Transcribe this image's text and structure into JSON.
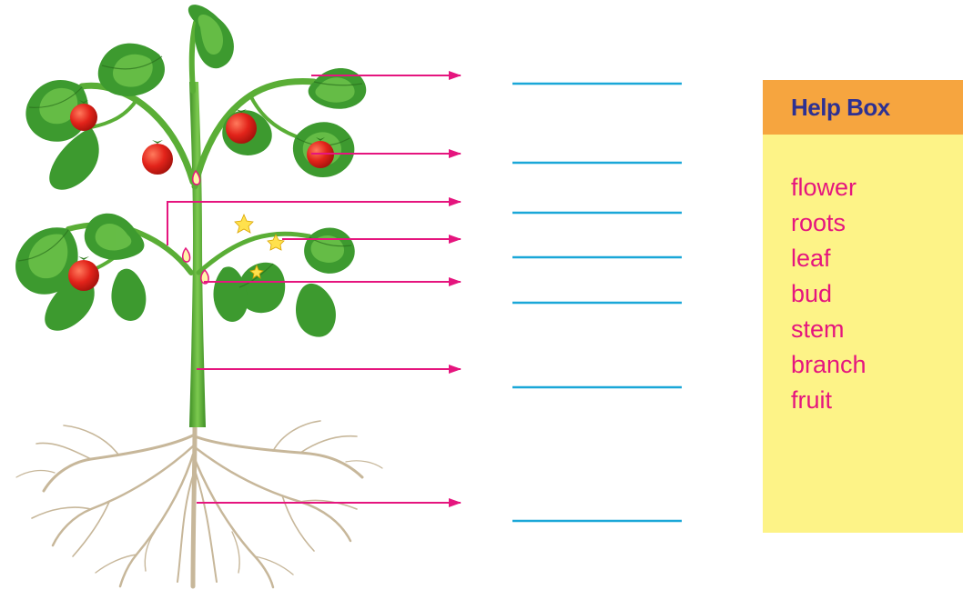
{
  "help_box": {
    "title": "Help Box",
    "words": [
      "flower",
      "roots",
      "leaf",
      "bud",
      "stem",
      "branch",
      "fruit"
    ]
  },
  "colors": {
    "pointer_arrow": "#e5157e",
    "answer_line": "#1aa7d8",
    "help_header_bg": "#f6a53f",
    "help_body_bg": "#fdf387",
    "help_title_text": "#2e3192",
    "help_word_text": "#e5157e",
    "leaf_green": "#3d9a2f",
    "leaf_light": "#6cc24a",
    "stem_green": "#5aae36",
    "tomato_red": "#e2231a",
    "flower_yellow": "#ffe14d",
    "root_tan": "#c7b79a"
  },
  "icons": {
    "plant": "tomato-plant-illustration",
    "pointer": "arrow-right-icon"
  },
  "labels": [
    {
      "part": "leaf",
      "answer": ""
    },
    {
      "part": "fruit",
      "answer": ""
    },
    {
      "part": "branch",
      "answer": ""
    },
    {
      "part": "flower",
      "answer": ""
    },
    {
      "part": "bud",
      "answer": ""
    },
    {
      "part": "stem",
      "answer": ""
    },
    {
      "part": "roots",
      "answer": ""
    }
  ]
}
